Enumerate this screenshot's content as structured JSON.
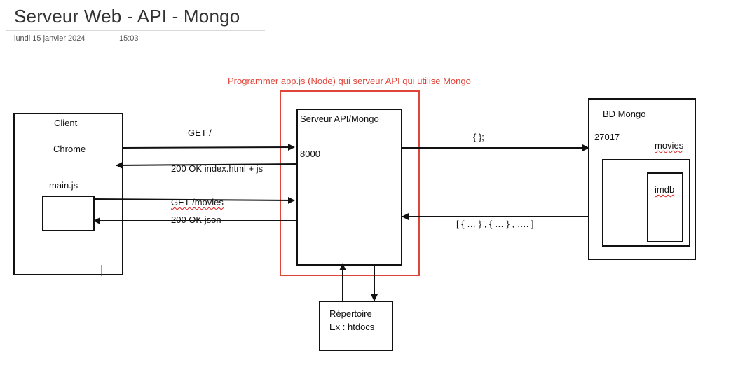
{
  "header": {
    "title": "Serveur Web - API - Mongo",
    "date": "lundi 15 janvier 2024",
    "time": "15:03"
  },
  "diagram": {
    "annotation": "Programmer app.js (Node) qui serveur API qui utilise Mongo",
    "client": {
      "title": "Client",
      "browser": "Chrome",
      "script": "main.js"
    },
    "server": {
      "title": "Serveur API/Mongo",
      "port": "8000"
    },
    "database": {
      "title": "BD Mongo",
      "port": "27017",
      "collection": "movies",
      "document": "imdb"
    },
    "directory": {
      "title": "Répertoire",
      "example": "Ex : htdocs"
    },
    "arrows": {
      "get_root": "GET /",
      "ok_index": "200 OK index.html + js",
      "get_movies": "GET /movies",
      "ok_json": "200 OK  json",
      "query": "{ };",
      "result": "[  { … } , { … } , ….  ]"
    }
  },
  "colors": {
    "highlight": "#e0453a",
    "stroke": "#111111"
  }
}
